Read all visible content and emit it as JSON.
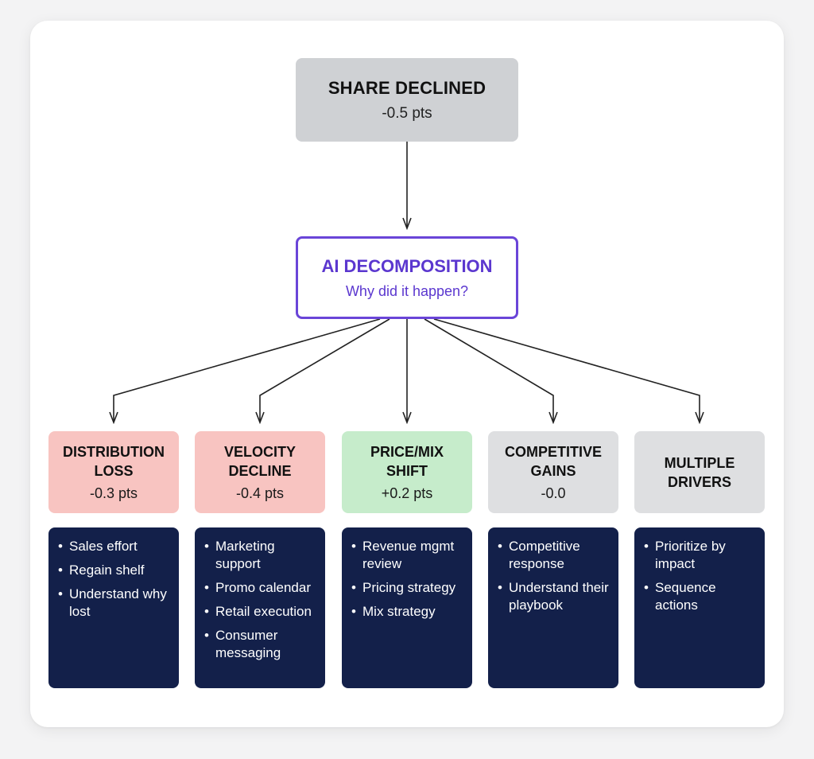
{
  "root": {
    "title": "SHARE DECLINED",
    "value": "-0.5 pts",
    "color": "#cfd1d4"
  },
  "analysis": {
    "title": "AI DECOMPOSITION",
    "subtitle": "Why did it happen?",
    "color": "#6a45d8"
  },
  "drivers": [
    {
      "id": "distribution-loss",
      "label": "DISTRIBUTION\nLOSS",
      "value": "-0.3 pts",
      "color": "#f8c4c1",
      "actions": [
        "Sales effort",
        "Regain shelf",
        "Understand why lost"
      ]
    },
    {
      "id": "velocity-decline",
      "label": "VELOCITY\nDECLINE",
      "value": "-0.4 pts",
      "color": "#f8c4c1",
      "actions": [
        "Marketing support",
        "Promo calendar",
        "Retail execution",
        "Consumer messaging"
      ]
    },
    {
      "id": "price-mix-shift",
      "label": "PRICE/MIX\nSHIFT",
      "value": "+0.2 pts",
      "color": "#c6eccb",
      "actions": [
        "Revenue mgmt review",
        "Pricing strategy",
        "Mix strategy"
      ]
    },
    {
      "id": "competitive-gains",
      "label": "COMPETITIVE\nGAINS",
      "value": "-0.0",
      "color": "#dedfe1",
      "actions": [
        "Competitive response",
        "Understand their playbook"
      ]
    },
    {
      "id": "multiple-drivers",
      "label": "MULTIPLE\nDRIVERS",
      "value": "",
      "color": "#dedfe1",
      "actions": [
        "Prioritize by impact",
        "Sequence actions"
      ]
    }
  ],
  "action_panel_color": "#13204a",
  "bullet_glyph": "•"
}
